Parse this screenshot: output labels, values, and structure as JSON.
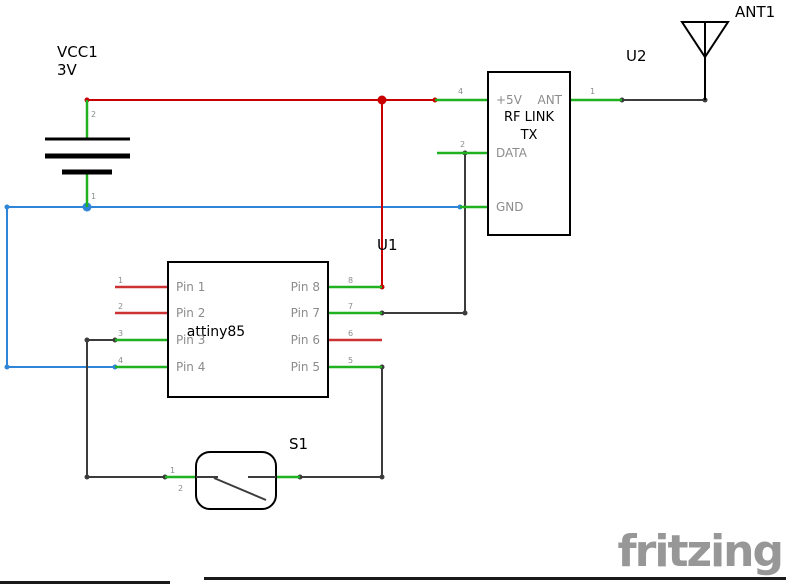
{
  "watermark": "fritzing",
  "colors": {
    "wire_power": "#c80000",
    "wire_ground": "#2f86d8",
    "wire_signal": "#3c3c3c",
    "pin_connected": "#1fb11f",
    "pin_unconnected": "#cc3232",
    "pin_label_gray": "#8c8c8c",
    "component_outline": "#000000"
  },
  "battery": {
    "ref": "VCC1",
    "value": "3V",
    "pin_top_num": "2",
    "pin_bottom_num": "1"
  },
  "mcu": {
    "ref": "U1",
    "name": "attiny85",
    "left_pins": [
      {
        "num": "1",
        "label": "Pin 1"
      },
      {
        "num": "2",
        "label": "Pin 2"
      },
      {
        "num": "3",
        "label": "Pin 3"
      },
      {
        "num": "4",
        "label": "Pin 4"
      }
    ],
    "right_pins": [
      {
        "num": "8",
        "label": "Pin 8"
      },
      {
        "num": "7",
        "label": "Pin 7"
      },
      {
        "num": "6",
        "label": "Pin 6"
      },
      {
        "num": "5",
        "label": "Pin 5"
      }
    ]
  },
  "rf_module": {
    "ref": "U2",
    "title": "RF LINK",
    "subtitle": "TX",
    "pins": {
      "vcc": {
        "num": "4",
        "label": "+5V"
      },
      "ant": {
        "num": "1",
        "label": "ANT"
      },
      "data": {
        "num": "2",
        "label": "DATA"
      },
      "gnd": {
        "label": "GND"
      }
    }
  },
  "antenna": {
    "ref": "ANT1"
  },
  "switch": {
    "ref": "S1",
    "pin_nums": [
      "1",
      "2"
    ]
  }
}
